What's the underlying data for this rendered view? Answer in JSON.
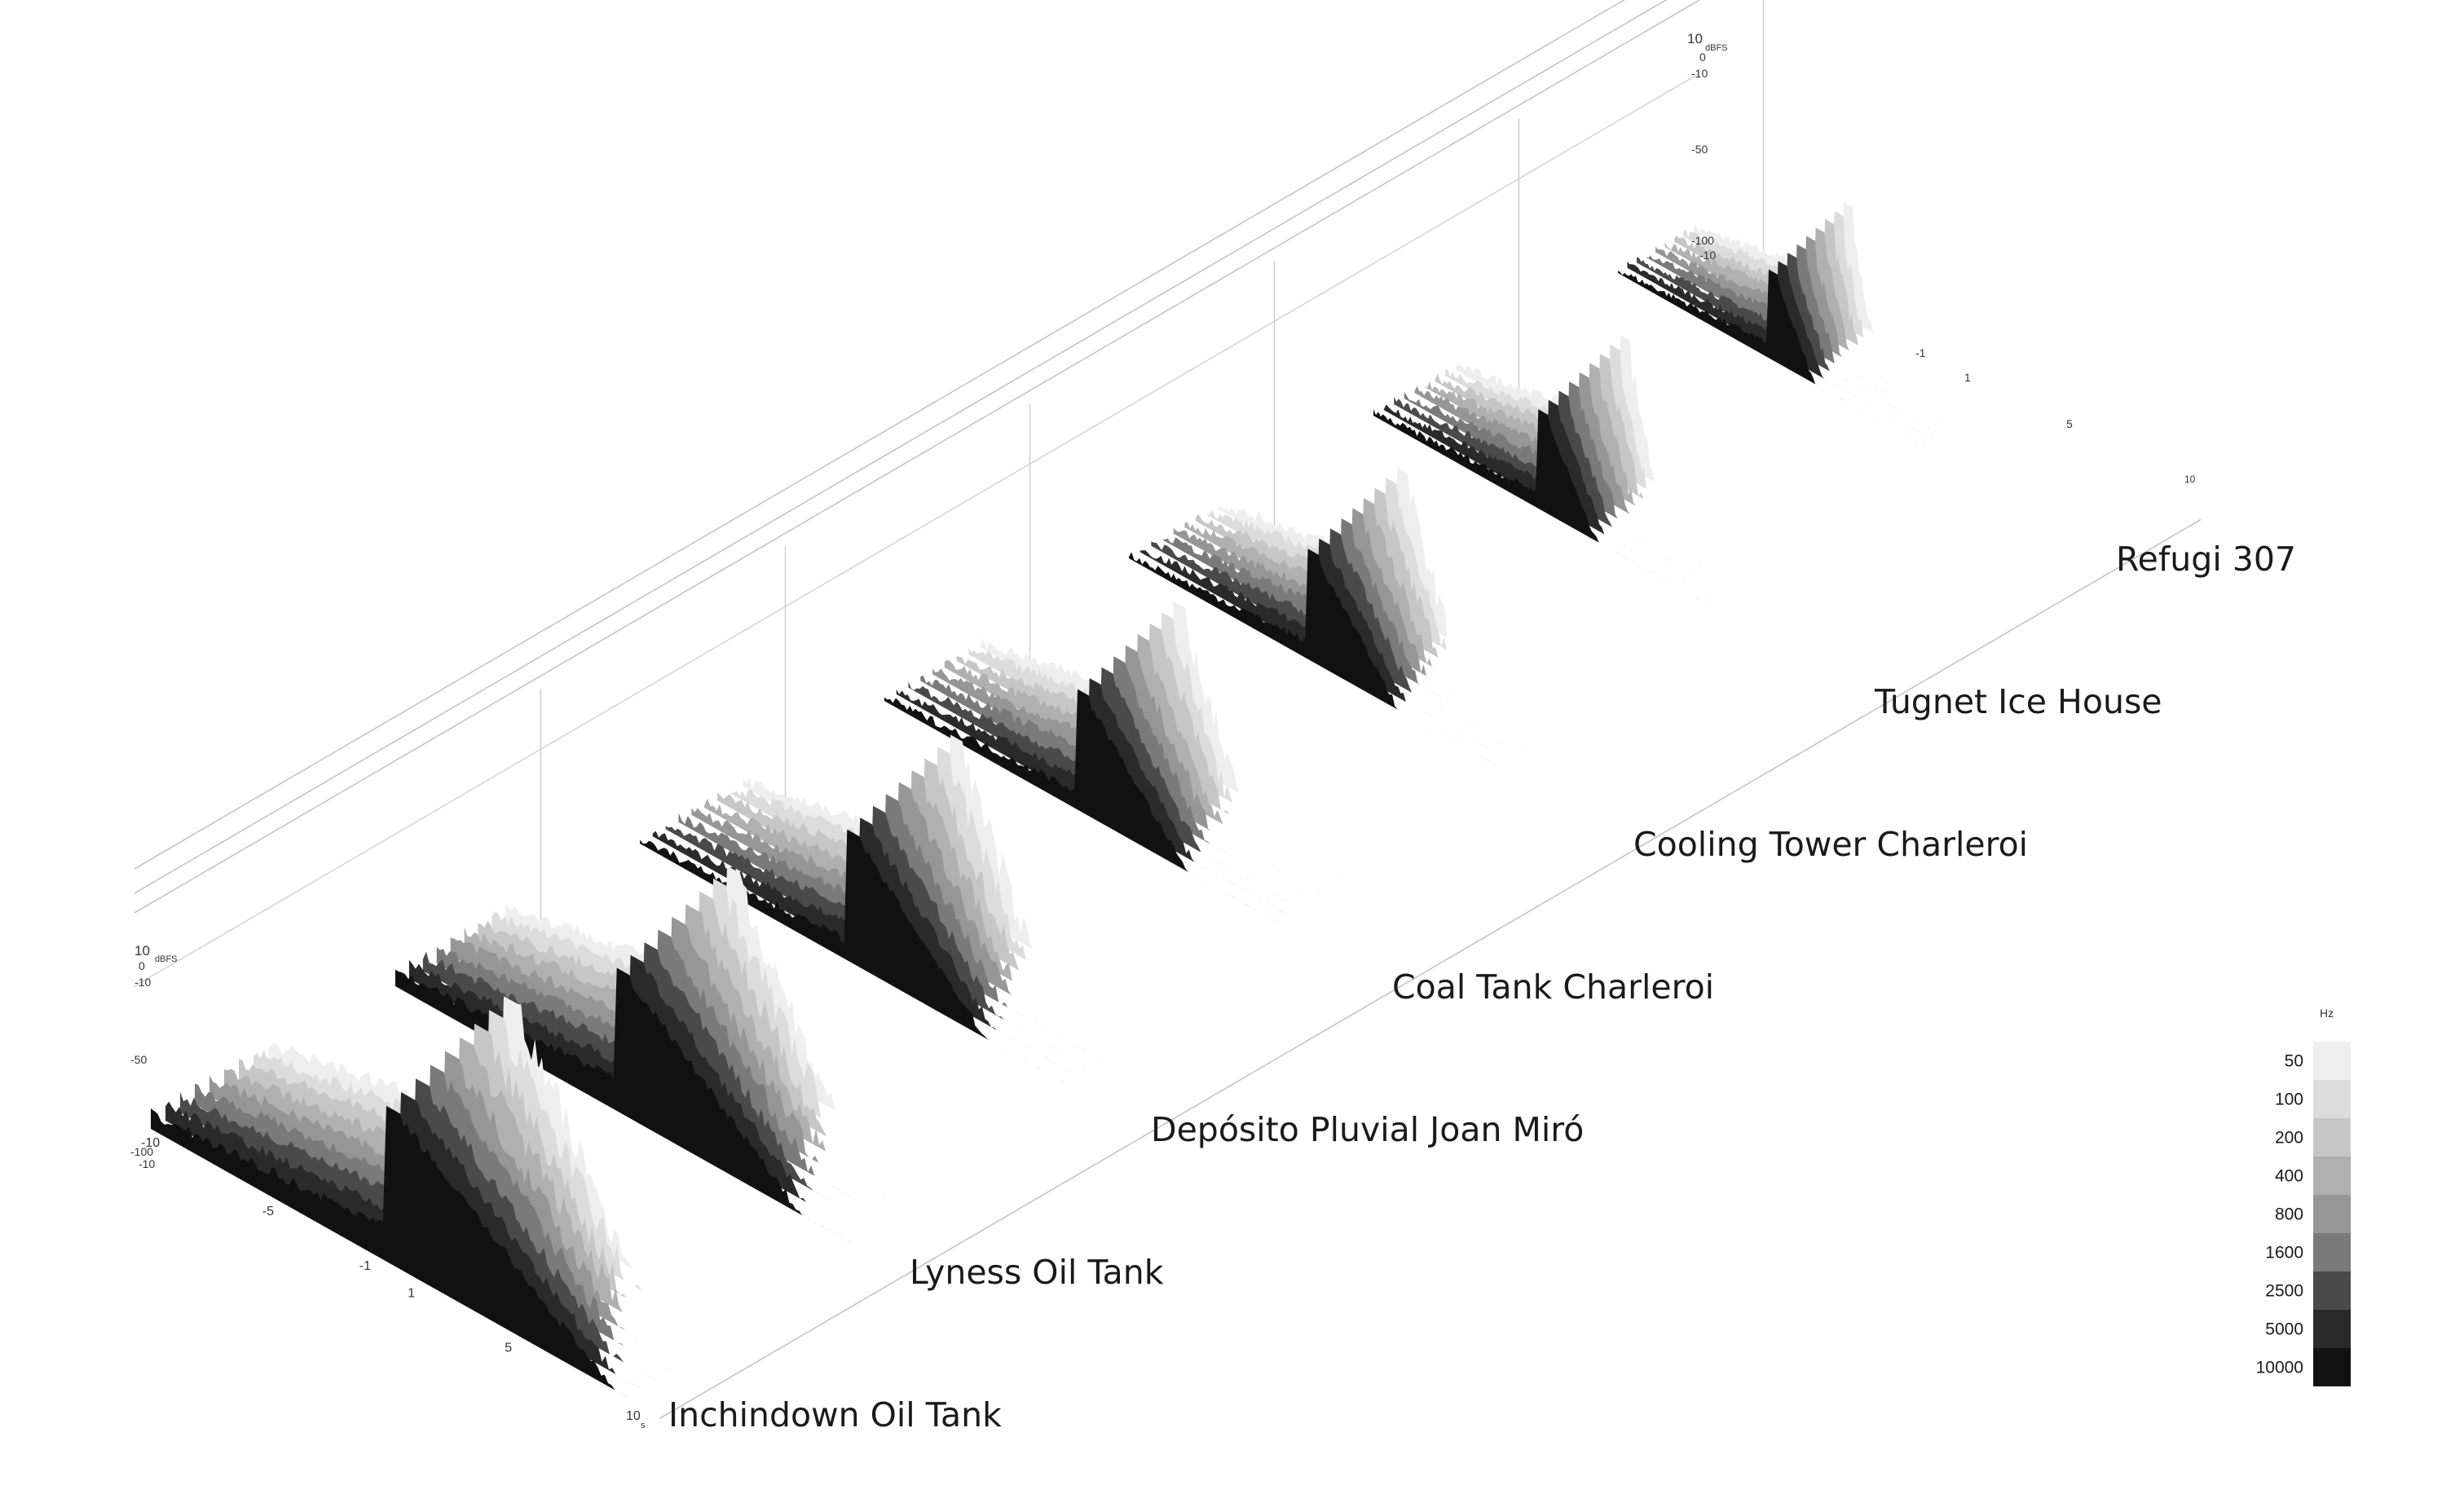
{
  "chart_data": {
    "type": "area",
    "title": "",
    "description_free": true,
    "legend": {
      "title": "Hz",
      "placement": "bottom-right",
      "bands": [
        {
          "label": "50",
          "color": "#eeeeee"
        },
        {
          "label": "100",
          "color": "#dcdcdc"
        },
        {
          "label": "200",
          "color": "#c6c6c6"
        },
        {
          "label": "400",
          "color": "#b0b0b0"
        },
        {
          "label": "800",
          "color": "#969696"
        },
        {
          "label": "1600",
          "color": "#7a7a7a"
        },
        {
          "label": "2500",
          "color": "#4a4a4a"
        },
        {
          "label": "5000",
          "color": "#2a2a2a"
        },
        {
          "label": "10000",
          "color": "#111111"
        }
      ]
    },
    "x_axis": {
      "unit": "s",
      "ticks": [
        "-10",
        "-5",
        "-1",
        "1",
        "5",
        "10"
      ],
      "range": [
        -10,
        10
      ]
    },
    "y_axis": {
      "unit": "dBFS",
      "ticks": [
        "10",
        "0",
        "-10",
        "-50",
        "-100",
        "-10"
      ],
      "range": [
        -100,
        10
      ]
    },
    "back_axis": {
      "ticks": [
        "10",
        "0",
        "-10",
        "-50",
        "-100",
        "-10"
      ],
      "unit": "dBFS"
    },
    "small_axis": {
      "ticks": [
        "-1",
        "1",
        "5"
      ]
    },
    "series": [
      {
        "name": "Inchindown Oil Tank",
        "peak_db": -10,
        "decay_s": 9.0
      },
      {
        "name": "Lyness Oil Tank",
        "peak_db": -12,
        "decay_s": 8.0
      },
      {
        "name": "Depósito Pluvial Joan Miró",
        "peak_db": -14,
        "decay_s": 6.5
      },
      {
        "name": "Coal Tank Charleroi",
        "peak_db": -15,
        "decay_s": 5.5
      },
      {
        "name": "Cooling Tower Charleroi",
        "peak_db": -16,
        "decay_s": 5.0
      },
      {
        "name": "Tugnet Ice House",
        "peak_db": -18,
        "decay_s": 3.5
      },
      {
        "name": "Refugi 307",
        "peak_db": -20,
        "decay_s": 3.0
      }
    ]
  }
}
